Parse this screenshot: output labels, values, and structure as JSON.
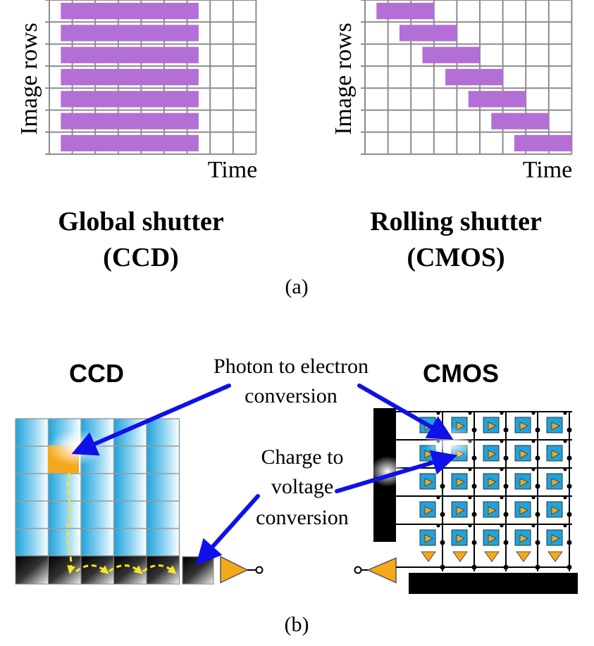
{
  "panel_a": {
    "global": {
      "y_axis_label": "Image rows",
      "x_axis_label": "Time",
      "title_line1": "Global shutter",
      "title_line2": "(CCD)",
      "exposures": [
        [
          0.5,
          6.5
        ],
        [
          0.5,
          6.5
        ],
        [
          0.5,
          6.5
        ],
        [
          0.5,
          6.5
        ],
        [
          0.5,
          6.5
        ],
        [
          0.5,
          6.5
        ],
        [
          0.5,
          6.5
        ]
      ]
    },
    "rolling": {
      "y_axis_label": "Image rows",
      "x_axis_label": "Time",
      "title_line1": "Rolling shutter",
      "title_line2": "(CMOS)",
      "exposures": [
        [
          0.5,
          3.0
        ],
        [
          1.5,
          4.0
        ],
        [
          2.5,
          5.0
        ],
        [
          3.5,
          6.0
        ],
        [
          4.5,
          7.0
        ],
        [
          5.5,
          8.0
        ],
        [
          6.5,
          9.0
        ]
      ]
    },
    "exposure_color": "#b46fd6",
    "grid_color": "#8c8c8c",
    "label": "(a)"
  },
  "panel_b": {
    "ccd_title": "CCD",
    "cmos_title": "CMOS",
    "note_photon_line1": "Photon to electron",
    "note_photon_line2": "conversion",
    "note_charge_line1": "Charge to",
    "note_charge_line2": "voltage",
    "note_charge_line3": "conversion",
    "arrow_color": "#1010e8",
    "pixel_color": "#1ea3dc",
    "amplifier_color": "#f5a81c",
    "charge_path_color": "#f5e81c",
    "label": "(b)"
  }
}
